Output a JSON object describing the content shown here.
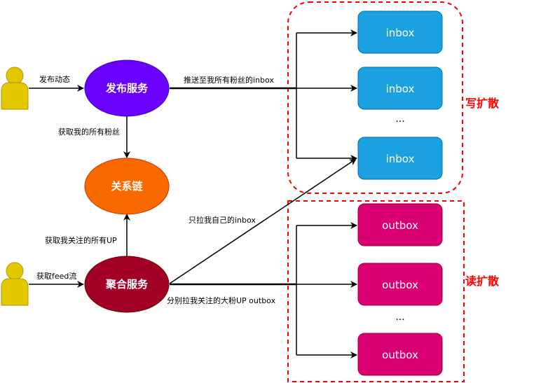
{
  "actors": [
    {
      "id": "publisher-user",
      "icon": "user-icon"
    },
    {
      "id": "reader-user",
      "icon": "user-icon"
    }
  ],
  "nodes": {
    "publish_service": {
      "label": "发布服务",
      "fill": "#6a00ff",
      "stroke": "#3700cc"
    },
    "relation_chain": {
      "label": "关系链",
      "fill": "#fa6800",
      "stroke": "#c73500"
    },
    "aggregate_service": {
      "label": "聚合服务",
      "fill": "#a20025",
      "stroke": "#6f0000"
    }
  },
  "edges": {
    "publish_post": "发布动态",
    "get_all_fans": "获取我的所有粉丝",
    "push_to_fans_inbox": "推送至我所有粉丝的inbox",
    "get_feed": "获取feed流",
    "get_followed_ups": "获取我关注的所有UP",
    "pull_own_inbox": "只拉我自己的inbox",
    "pull_big_up_outbox": "分别拉我关注的大粉UP outbox"
  },
  "write_fanout": {
    "label": "写扩散",
    "boxes": [
      "inbox",
      "inbox",
      "inbox"
    ],
    "ellipsis": "...",
    "box_fill": "#1ba1e2",
    "box_stroke": "#006eaf"
  },
  "read_fanout": {
    "label": "读扩散",
    "boxes": [
      "outbox",
      "outbox",
      "outbox"
    ],
    "ellipsis": "...",
    "box_fill": "#d80073",
    "box_stroke": "#a50040"
  },
  "colors": {
    "group_border": "#ff0000",
    "actor_fill": "#e3c800",
    "actor_stroke": "#b09500",
    "edge": "#000000"
  }
}
